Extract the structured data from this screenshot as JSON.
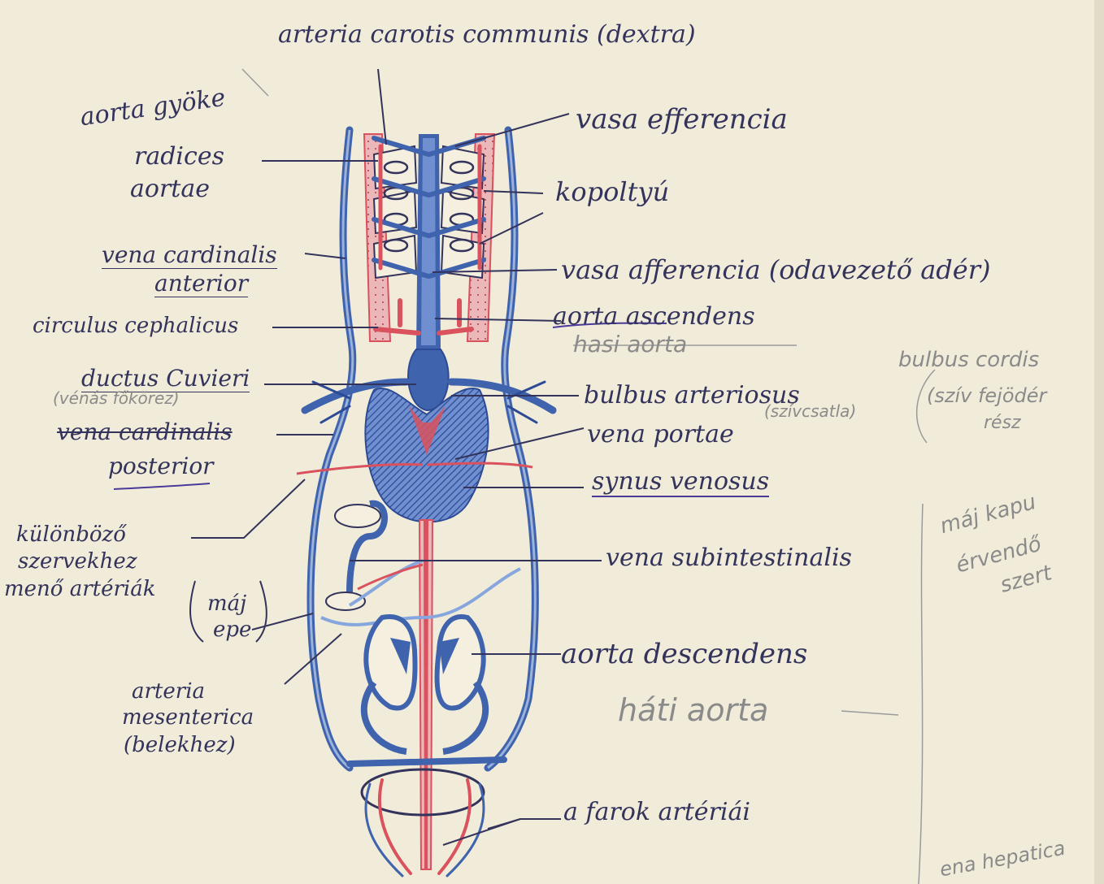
{
  "labels": {
    "arteria_carotis": "arteria carotis communis (dextra)",
    "aorta_gyoker": "aorta gyöke",
    "radices": "radices",
    "aortae": "aortae",
    "vasa_efferencia": "vasa efferencia",
    "kopoltyu": "kopoltyú",
    "vena_cardinalis_ant_1": "vena cardinalis",
    "vena_cardinalis_ant_2": "anterior",
    "vasa_afferencia": "vasa afferencia (odavezető adér)",
    "circulus_cephalicus": "circulus cephalicus",
    "aorta_ascendens": "aorta ascendens",
    "has_aorta": "hasi aorta",
    "ductus_cuvieri": "ductus Cuvieri",
    "venas_fokorez": "(vénás főkörez)",
    "bulbus_arteriosus": "bulbus arteriosus",
    "bulbus_sub": "(szívcsatla)",
    "bulbus_cordis": "bulbus cordis",
    "fejodoer": "(szív fejödér",
    "fejodoer_2": "rész",
    "vena_cardinalis_post_1": "vena cardinalis",
    "vena_cardinalis_post_2": "posterior",
    "vena_portae": "vena portae",
    "sinus_venosus": "synus venosus",
    "kulonbozo_1": "különböző",
    "kulonbozo_2": "szervekhez",
    "kulonbozo_3": "menő artériák",
    "maj_epe_1": "máj",
    "maj_epe_2": "epe",
    "vena_subintestinalis": "vena subintestinalis",
    "maj_kapu_1": "máj kapu",
    "maj_kapu_2": "érvendő",
    "maj_kapu_3": "szert",
    "arteria_mesenterica_1": "arteria",
    "arteria_mesenterica_2": "mesenterica",
    "arteria_mesenterica_3": "(belekhez)",
    "aorta_descendens": "aorta descendens",
    "hati_aorta": "háti aorta",
    "farok_arteriai": "a farok artériái",
    "corner_note": "ena hepatica"
  },
  "colors": {
    "paper": "#f1ecd9",
    "artery_red": "#d9525e",
    "artery_pink": "#ecb7b9",
    "vein_blue": "#3f63ad",
    "vein_light": "#9bb2db",
    "ink": "#33335c",
    "pencil": "#8a8a8a",
    "underline_violet": "#4a3a9a"
  }
}
